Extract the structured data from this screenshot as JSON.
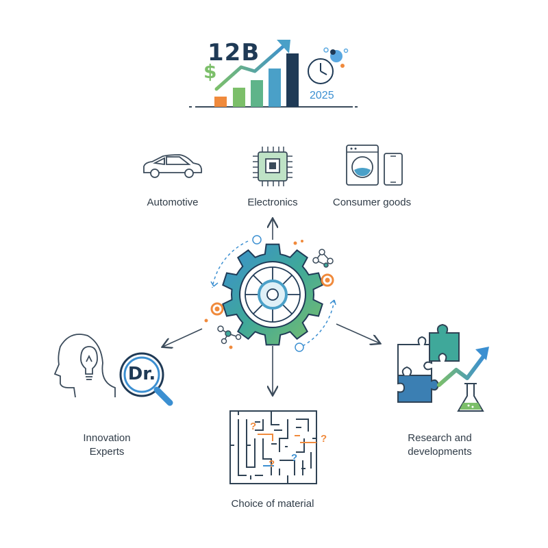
{
  "header": {
    "value": "12B",
    "currency": "$",
    "year": "2025"
  },
  "sectors": [
    {
      "label": "Automotive",
      "icon": "car-icon"
    },
    {
      "label": "Electronics",
      "icon": "chip-icon"
    },
    {
      "label": "Consumer goods",
      "icon": "washer-phone-icon"
    }
  ],
  "hub": {
    "icon": "gear-icon"
  },
  "bottom_nodes": {
    "experts": {
      "line1": "Innovation",
      "line2": "Experts",
      "badge": "Dr."
    },
    "material": {
      "label": "Choice of material",
      "mark": "?"
    },
    "research": {
      "line1": "Research and",
      "line2": "developments"
    }
  },
  "colors": {
    "navy": "#1f3a56",
    "teal": "#3fa89a",
    "green": "#7cbf6a",
    "blue": "#3b8fd1",
    "orange": "#f08a3c",
    "line": "#3a4a5a"
  }
}
